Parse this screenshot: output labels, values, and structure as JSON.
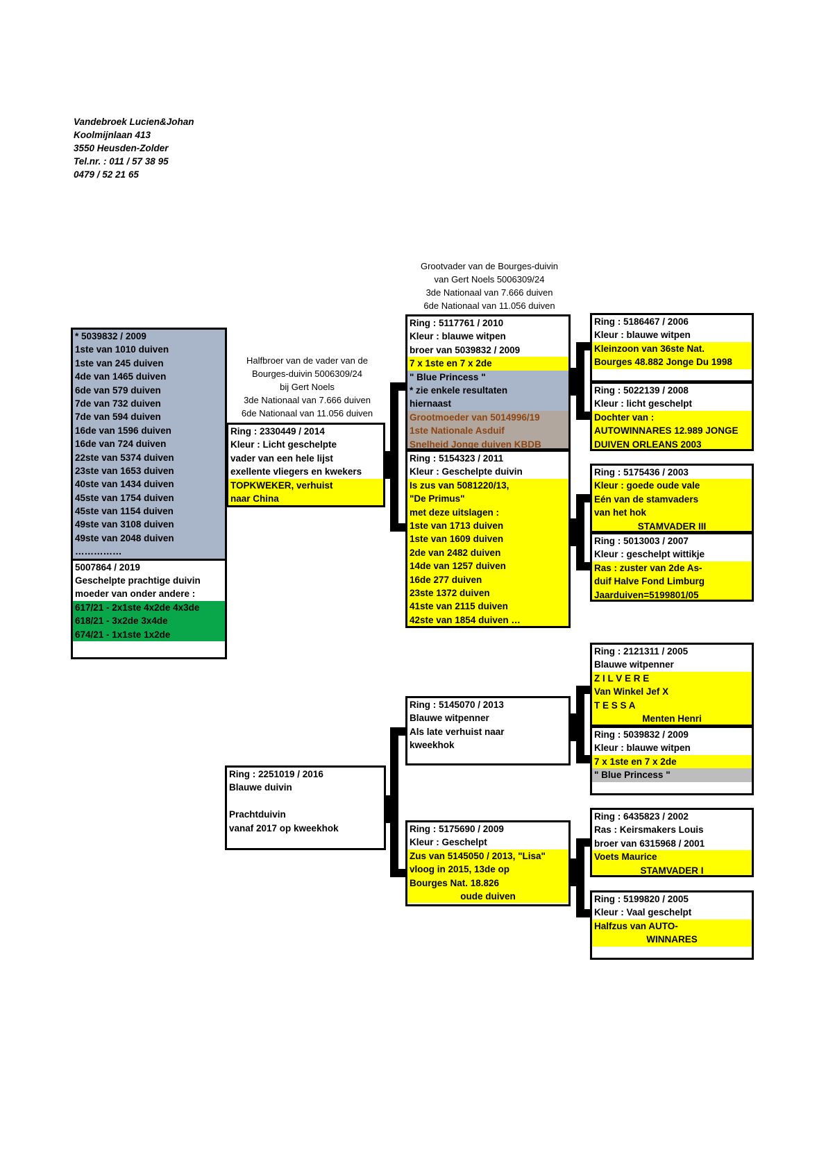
{
  "header": {
    "lines": [
      "Vandebroek Lucien&Johan",
      "Koolmijnlaan 413",
      "3550 Heusden-Zolder",
      "Tel.nr. : 011 / 57 38 95",
      "0479 / 52 21 65"
    ]
  },
  "colors": {
    "yellow": "#ffff00",
    "grey_blue": "#a9b5c8",
    "grey": "#bdbdbd",
    "brown_bg": "#b2a79e",
    "brown_text": "#8b4513",
    "green": "#0aa64a"
  },
  "captions": {
    "grandfather": [
      "Grootvader van de Bourges-duivin",
      "van Gert Noels 5006309/24",
      "3de Nationaal van 7.666 duiven",
      "6de Nationaal van 11.056 duiven"
    ],
    "half_brother": [
      "Halfbroer van de vader van de",
      "Bourges-duivin 5006309/24",
      "bij Gert Noels",
      "3de Nationaal van 7.666 duiven",
      "6de Nationaal van 11.056 duiven"
    ]
  },
  "subject": {
    "lines": [
      "* 5039832 / 2009",
      "1ste van 1010 duiven",
      "1ste van 245 duiven",
      "4de van 1465 duiven",
      "6de van 579 duiven",
      "7de van 732 duiven",
      "7de van 594 duiven",
      "16de van 1596 duiven",
      "16de van 724 duiven",
      "22ste van 5374 duiven",
      "23ste van 1653 duiven",
      "40ste van 1434 duiven",
      "45ste van 1754 duiven",
      "45ste van 1154 duiven",
      "49ste van 3108 duiven",
      "49ste van 2048 duiven",
      "……………"
    ],
    "mate_lines": [
      "5007864 / 2019",
      "Geschelpte prachtige duivin",
      "moeder van onder andere :"
    ],
    "offspring": [
      "617/21 - 2x1ste 4x2de 4x3de",
      "618/21 - 3x2de 3x4de",
      "674/21 - 1x1ste 1x2de"
    ]
  },
  "gen1": {
    "sire": [
      "Ring : 2330449 / 2014",
      "Kleur : Licht geschelpte",
      "vader van een hele lijst",
      "exellente vliegers en kwekers",
      "TOPKWEKER, verhuist",
      "naar China"
    ],
    "dam": [
      "Ring : 2251019 / 2016",
      "Blauwe duivin",
      "",
      "Prachtduivin",
      "vanaf 2017 op kweekhok"
    ]
  },
  "gen2": {
    "ss": [
      "Ring : 5117761 / 2010",
      "Kleur : blauwe witpen",
      "broer van 5039832 / 2009",
      "7 x 1ste en 7 x 2de",
      " \" Blue Princess \"",
      "*  zie enkele resultaten",
      "   hiernaast",
      "Grootmoeder van 5014996/19",
      "1ste Nationale Asduif",
      "Snelheid Jonge duiven KBDB"
    ],
    "sd": [
      "Ring : 5154323 / 2011",
      "Kleur : Geschelpte duivin",
      "Is zus van 5081220/13,",
      "        \"De Primus\"",
      "met deze uitslagen :",
      "1ste van 1713 duiven",
      "1ste van 1609 duiven",
      "2de van 2482 duiven",
      "14de van 1257 duiven",
      "16de 277 duiven",
      "23ste 1372 duiven",
      "41ste van 2115 duiven",
      "42ste van 1854 duiven …"
    ],
    "ds": [
      "Ring : 5145070 / 2013",
      "Blauwe witpenner",
      "Als late verhuist naar",
      "kweekhok"
    ],
    "dd": [
      "Ring : 5175690 / 2009",
      "Kleur : Geschelpt",
      "Zus van 5145050 / 2013, \"Lisa\"",
      "vloog in 2015, 13de op",
      "Bourges Nat. 18.826",
      "oude duiven"
    ]
  },
  "gen3": {
    "sss": [
      "Ring : 5186467 / 2006",
      "Kleur : blauwe witpen",
      "Kleinzoon van 36ste Nat.",
      "Bourges 48.882 Jonge Du 1998"
    ],
    "ssd": [
      "Ring : 5022139 / 2008",
      "Kleur : licht geschelpt",
      "Dochter van :",
      "AUTOWINNARES 12.989 JONGE",
      "DUIVEN ORLEANS 2003"
    ],
    "sds": [
      "Ring : 5175436 / 2003",
      "Kleur : goede oude vale",
      "Eén van de stamvaders",
      "van het hok",
      "STAMVADER III"
    ],
    "sdd": [
      "Ring : 5013003 / 2007",
      "Kleur : geschelpt wittikje",
      "Ras : zuster van 2de As-",
      "duif Halve Fond Limburg",
      "Jaarduiven=5199801/05"
    ],
    "dss": [
      "Ring : 2121311 / 2005",
      "Blauwe witpenner",
      "Z I L V E R E",
      "Van Winkel Jef X",
      "T E S S A",
      "Menten Henri"
    ],
    "dsd": [
      "Ring : 5039832 / 2009",
      "Kleur : blauwe witpen",
      "7 x 1ste en 7 x 2de",
      " \" Blue Princess \""
    ],
    "dds": [
      "Ring : 6435823 / 2002",
      "Ras : Keirsmakers Louis",
      "broer van 6315968 / 2001",
      "Voets Maurice",
      "STAMVADER I"
    ],
    "ddd": [
      "Ring :  5199820 / 2005",
      "Kleur : Vaal geschelpt",
      "Halfzus van AUTO-",
      "WINNARES"
    ]
  }
}
